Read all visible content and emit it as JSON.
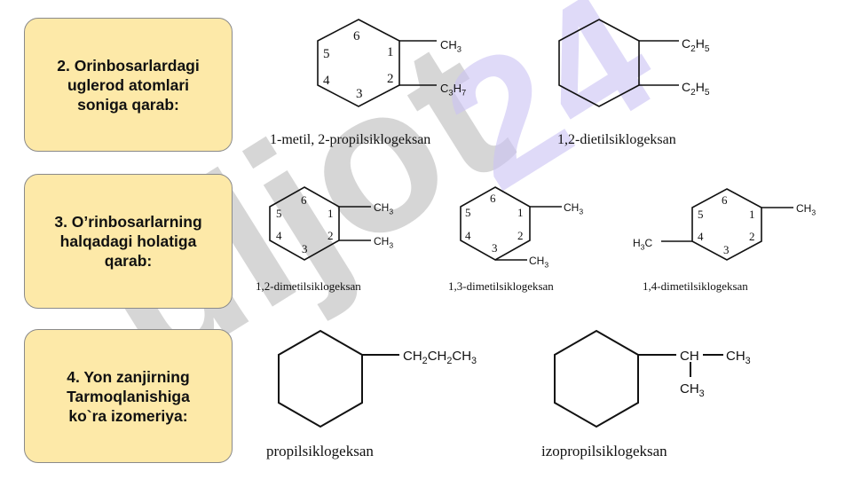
{
  "categories": [
    {
      "label": "2. Orinbosarlardagi\nuglerod atomlari\nsoniga qarab:"
    },
    {
      "label": "3. O’rinbosarlarning\nhalqadagi holatiga\nqarab:"
    },
    {
      "label": "4. Yon zanjirning\nTarmoqlanishiga\nko`ra izomeriya:"
    }
  ],
  "watermark": {
    "text1": "uljot",
    "text2": "24"
  },
  "molecules": {
    "m1": {
      "name": "1-metil, 2-propilsiklogeksan",
      "nums": [
        "6",
        "1",
        "2",
        "3",
        "4",
        "5"
      ],
      "s1": "CH3",
      "s2": "C3H7"
    },
    "m2": {
      "name": "1,2-dietilsiklogeksan",
      "s1": "C2H5",
      "s2": "C2H5"
    },
    "m3": {
      "name": "1,2-dimetilsiklogeksan",
      "nums": [
        "6",
        "1",
        "2",
        "3",
        "4",
        "5"
      ],
      "s1": "CH3",
      "s2": "CH3"
    },
    "m4": {
      "name": "1,3-dimetilsiklogeksan",
      "nums": [
        "6",
        "1",
        "2",
        "3",
        "4",
        "5"
      ],
      "s1": "CH3",
      "s3": "CH3"
    },
    "m5": {
      "name": "1,4-dimetilsiklogeksan",
      "nums": [
        "6",
        "1",
        "2",
        "3",
        "4",
        "5"
      ],
      "s1": "CH3",
      "s4": "H3C"
    },
    "m6": {
      "name": "propilsiklogeksan",
      "chain": "CH2CH2CH3"
    },
    "m7": {
      "name": "izopropilsiklogeksan",
      "ch": "CH",
      "ch3a": "CH3",
      "ch3b": "CH3"
    }
  }
}
